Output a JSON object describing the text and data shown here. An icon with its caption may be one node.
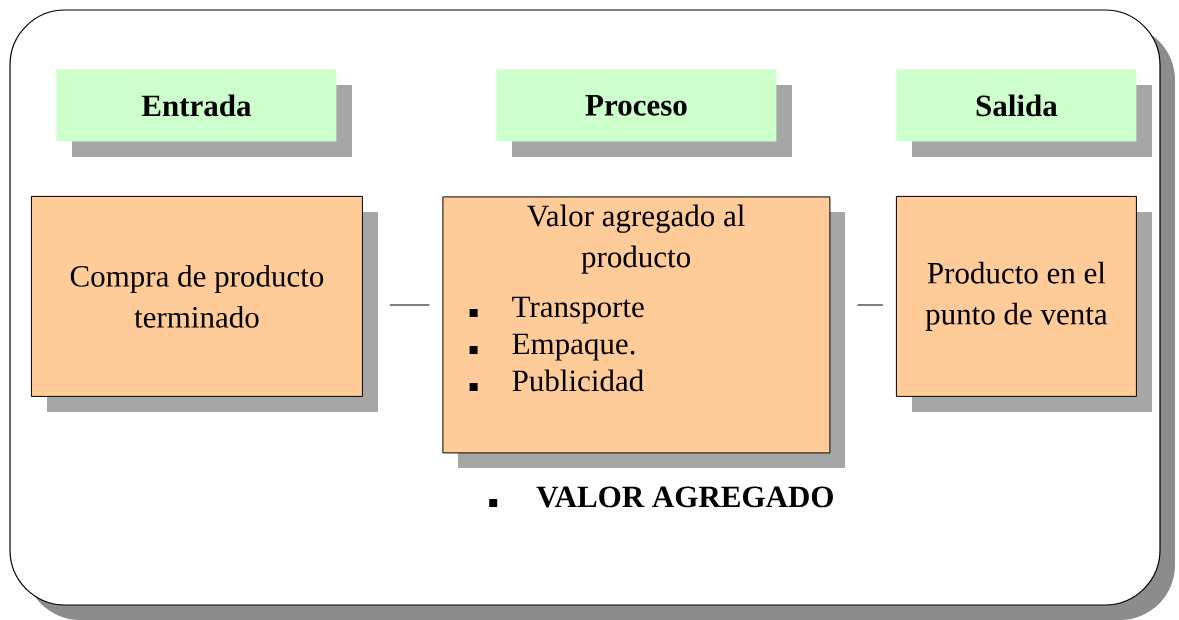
{
  "diagram": {
    "nodes": [
      {
        "text": [],
        "shape": "box"
      },
      {
        "text": [
          "Entrada"
        ],
        "in": 0
      },
      {
        "text": [
          "Proceso"
        ],
        "in": 0
      },
      {
        "text": [
          "Salida"
        ],
        "in": 0
      },
      {
        "text": [
          "Compra de producto terminado"
        ],
        "in": 0
      },
      {
        "text": [
          "Valor agregado al producto",
          "Transporte",
          "Empaque.",
          "Publicidad"
        ],
        "in": 0
      },
      {
        "text": [
          "Producto en el punto de venta"
        ],
        "in": 0
      }
    ],
    "edges": [
      {
        "from": 4,
        "to": 5,
        "arrow": "none"
      },
      {
        "from": 5,
        "to": 6,
        "arrow": "none"
      }
    ],
    "labels": [
      "VALOR AGREGADO"
    ]
  }
}
